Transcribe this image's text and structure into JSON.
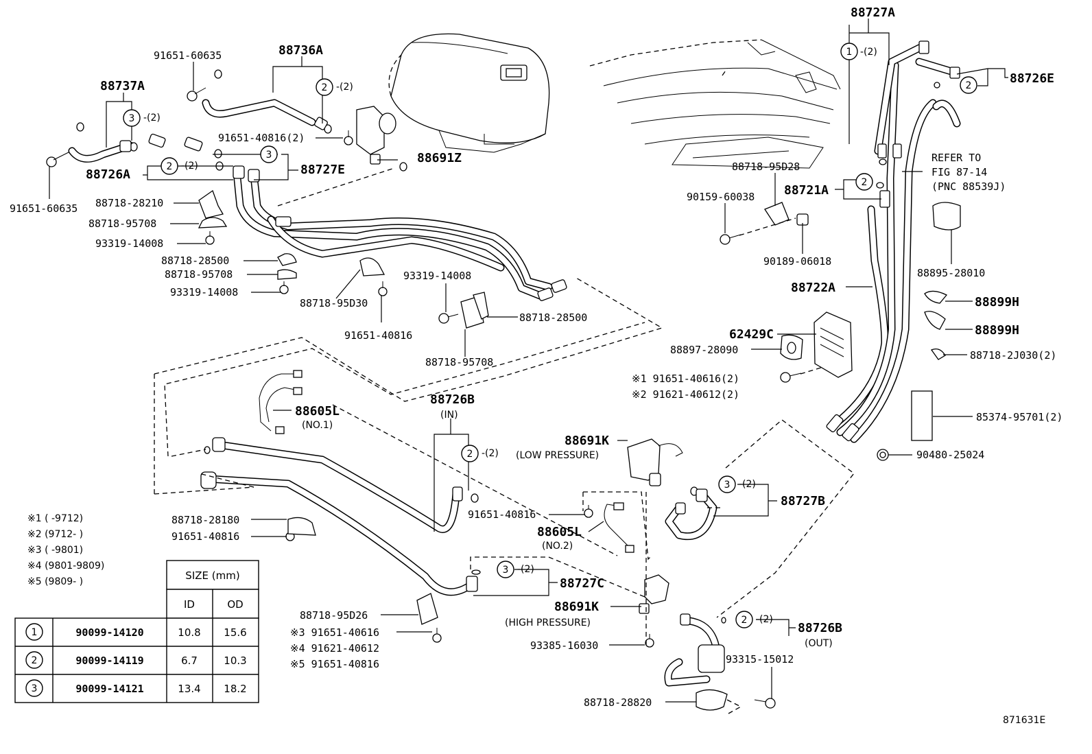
{
  "labels": {
    "p88727A": "88727A",
    "p88726E": "88726E",
    "p88736A": "88736A",
    "p91651_60635_top": "91651-60635",
    "p88737A": "88737A",
    "p91651_40816_2": "91651-40816(2)",
    "p88691Z": "88691Z",
    "p88726A": "88726A",
    "p88727E": "88727E",
    "p91651_60635_left": "91651-60635",
    "p88718_28210": "88718-28210",
    "p88718_95708_a": "88718-95708",
    "p93319_14008_a": "93319-14008",
    "p88718_28500_a": "88718-28500",
    "p88718_95708_b": "88718-95708",
    "p93319_14008_b": "93319-14008",
    "p88718_95D30": "88718-95D30",
    "p93319_14008_c": "93319-14008",
    "p91651_40816_a": "91651-40816",
    "p88718_28500_b": "88718-28500",
    "p88718_95708_c": "88718-95708",
    "refer_to": "REFER TO",
    "fig_87_14": "FIG 87-14",
    "pnc_88539J": "(PNC 88539J)",
    "p88718_95D28": "88718-95D28",
    "p90159_60038": "90159-60038",
    "p88721A": "88721A",
    "p90189_06018": "90189-06018",
    "p88895_28010": "88895-28010",
    "p88722A": "88722A",
    "p88899H_a": "88899H",
    "p88899H_b": "88899H",
    "p62429C": "62429C",
    "p88897_28090": "88897-28090",
    "p88718_2J030": "88718-2J030(2)",
    "note1_part": "※1 91651-40616(2)",
    "note2_part": "※2 91621-40612(2)",
    "p85374_95701": "85374-95701(2)",
    "p90480_25024": "90480-25024",
    "p88605L_1": "88605L",
    "no1": "(NO.1)",
    "p88726B_top": "88726B",
    "in": "(IN)",
    "p88691K_low": "88691K",
    "low_pressure": "(LOW PRESSURE)",
    "p88727B": "88727B",
    "p91651_40816_b": "91651-40816",
    "p88605L_2": "88605L",
    "no2": "(NO.2)",
    "p88718_28180": "88718-28180",
    "p91651_40816_c": "91651-40816",
    "p88727C": "88727C",
    "p88691K_high": "88691K",
    "high_pressure": "(HIGH PRESSURE)",
    "p88718_95D26": "88718-95D26",
    "note3_part": "※3 91651-40616",
    "note4_part": "※4 91621-40612",
    "note5_part": "※5 91651-40816",
    "p93385_16030": "93385-16030",
    "p88726B_out": "88726B",
    "out": "(OUT)",
    "p93315_15012": "93315-15012",
    "p88718_28820": "88718-28820",
    "fig_code": "871631E"
  },
  "qty2": "-(2)",
  "circle_numbers": [
    "1",
    "2",
    "3"
  ],
  "date_notes": [
    "※1 (      -9712)",
    "※2 (9712-      )",
    "※3 (      -9801)",
    "※4 (9801-9809)",
    "※5 (9809-      )"
  ],
  "size_table": {
    "header": "SIZE (mm)",
    "id_label": "ID",
    "od_label": "OD",
    "rows": [
      {
        "ref": "1",
        "part": "90099-14120",
        "id": "10.8",
        "od": "15.6"
      },
      {
        "ref": "2",
        "part": "90099-14119",
        "id": "6.7",
        "od": "10.3"
      },
      {
        "ref": "3",
        "part": "90099-14121",
        "id": "13.4",
        "od": "18.2"
      }
    ]
  }
}
